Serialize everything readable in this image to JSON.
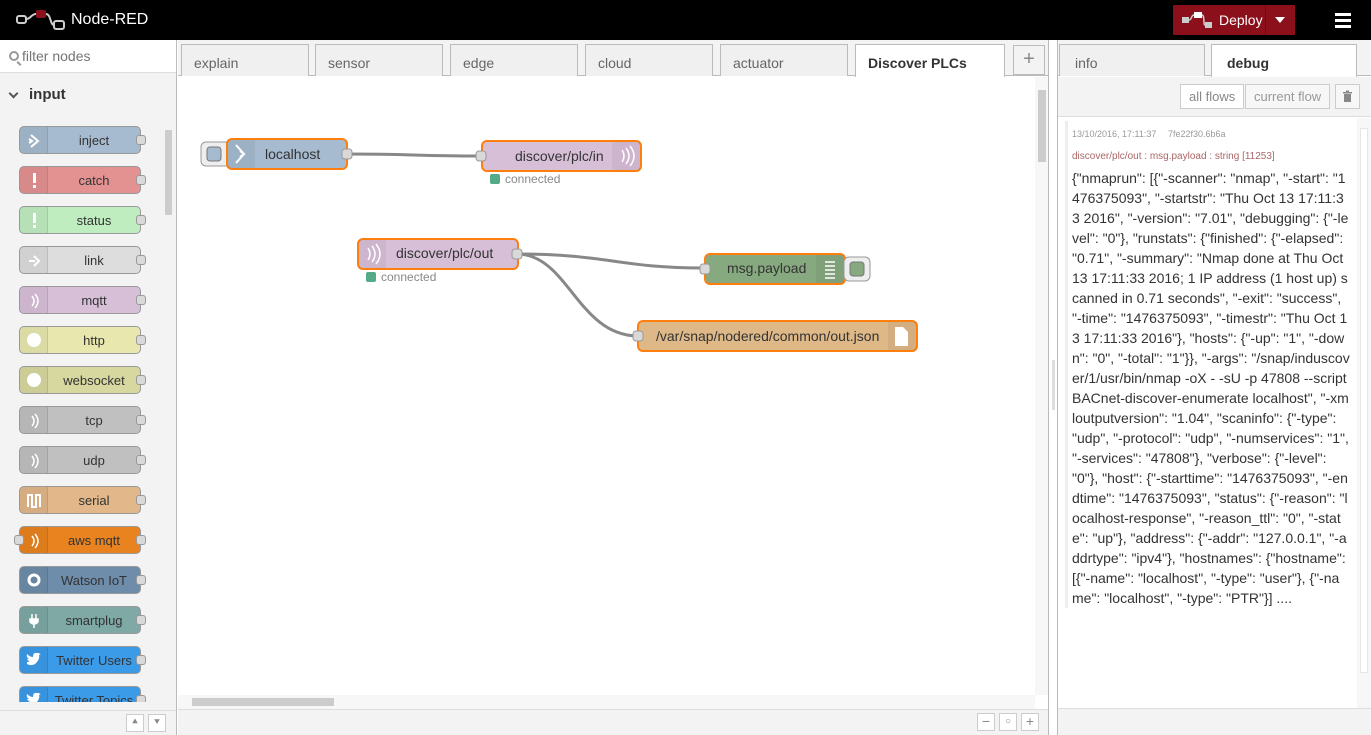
{
  "header": {
    "app_title": "Node-RED",
    "deploy_label": "Deploy",
    "deploy_color": "#8c101c"
  },
  "palette": {
    "search_placeholder": "filter nodes",
    "category": "input",
    "nodes": [
      {
        "label": "inject",
        "color": "#a6bbcf",
        "icon": "inject-icon",
        "input": false
      },
      {
        "label": "catch",
        "color": "#e49191",
        "icon": "alert-icon",
        "input": false
      },
      {
        "label": "status",
        "color": "#c0edc0",
        "icon": "alert-icon",
        "input": false
      },
      {
        "label": "link",
        "color": "#dddddd",
        "icon": "link-icon",
        "input": false
      },
      {
        "label": "mqtt",
        "color": "#d8bfd8",
        "icon": "bridge-icon",
        "input": false
      },
      {
        "label": "http",
        "color": "#e7e7ae",
        "icon": "globe-icon",
        "input": false
      },
      {
        "label": "websocket",
        "color": "#d7d7a0",
        "icon": "globe-icon",
        "input": false
      },
      {
        "label": "tcp",
        "color": "#c0c0c0",
        "icon": "bridge-icon",
        "input": false
      },
      {
        "label": "udp",
        "color": "#c0c0c0",
        "icon": "bridge-icon",
        "input": false
      },
      {
        "label": "serial",
        "color": "#e2b789",
        "icon": "serial-icon",
        "input": false
      },
      {
        "label": "aws mqtt",
        "color": "#e8831f",
        "icon": "bridge-icon",
        "input": true
      },
      {
        "label": "Watson IoT",
        "color": "#6e8dab",
        "icon": "gear-icon",
        "input": false
      },
      {
        "label": "smartplug",
        "color": "#7ea9a5",
        "icon": "plug-icon",
        "input": false
      },
      {
        "label": "Twitter Users",
        "color": "#3b9be8",
        "icon": "twitter-icon",
        "input": false
      },
      {
        "label": "Twitter Topics",
        "color": "#3b9be8",
        "icon": "twitter-icon",
        "input": false
      }
    ]
  },
  "workspace": {
    "tabs": [
      "explain",
      "sensor",
      "edge",
      "cloud",
      "actuator",
      "Discover PLCs"
    ],
    "active_tab": "Discover PLCs",
    "flow_nodes": {
      "localhost": "localhost",
      "mqtt_in": "discover/plc/in",
      "mqtt_out": "discover/plc/out",
      "debug": "msg.payload",
      "file": "/var/snap/nodered/common/out.json"
    },
    "status_connected": "connected"
  },
  "sidebar": {
    "tabs": [
      "info",
      "debug"
    ],
    "active_tab": "debug",
    "filter_all": "all flows",
    "filter_current": "current flow",
    "debug_message": {
      "timestamp": "13/10/2016, 17:11:37",
      "node_id": "7fe22f30.6b6a",
      "topic": "discover/plc/out : msg.payload : string [11253]",
      "payload": "{\"nmaprun\": [{\"-scanner\": \"nmap\", \"-start\": \"1476375093\", \"-startstr\": \"Thu Oct 13 17:11:33 2016\", \"-version\": \"7.01\", \"debugging\": {\"-level\": \"0\"}, \"runstats\": {\"finished\": {\"-elapsed\": \"0.71\", \"-summary\": \"Nmap done at Thu Oct 13 17:11:33 2016; 1 IP address (1 host up) scanned in 0.71 seconds\", \"-exit\": \"success\", \"-time\": \"1476375093\", \"-timestr\": \"Thu Oct 13 17:11:33 2016\"}, \"hosts\": {\"-up\": \"1\", \"-down\": \"0\", \"-total\": \"1\"}}, \"-args\": \"/snap/induscover/1/usr/bin/nmap -oX - -sU -p 47808 --script BACnet-discover-enumerate localhost\", \"-xmloutputversion\": \"1.04\", \"scaninfo\": {\"-type\": \"udp\", \"-protocol\": \"udp\", \"-numservices\": \"1\", \"-services\": \"47808\"}, \"verbose\": {\"-level\": \"0\"}, \"host\": {\"-starttime\": \"1476375093\", \"-endtime\": \"1476375093\", \"status\": {\"-reason\": \"localhost-response\", \"-reason_ttl\": \"0\", \"-state\": \"up\"}, \"address\": {\"-addr\": \"127.0.0.1\", \"-addrtype\": \"ipv4\"}, \"hostnames\": {\"hostname\": [{\"-name\": \"localhost\", \"-type\": \"user\"}, {\"-name\": \"localhost\", \"-type\": \"PTR\"}] ...."
    }
  }
}
